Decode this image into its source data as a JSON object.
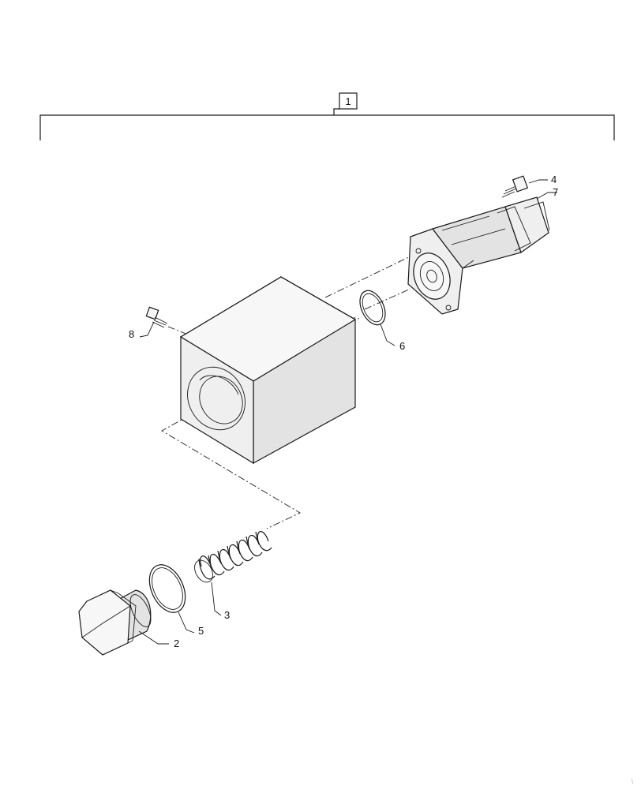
{
  "assembly_label": "1",
  "callouts": {
    "c2": "2",
    "c3": "3",
    "c4": "4",
    "c5": "5",
    "c6": "6",
    "c7": "7",
    "c8": "8"
  },
  "corner_mark": "\\"
}
